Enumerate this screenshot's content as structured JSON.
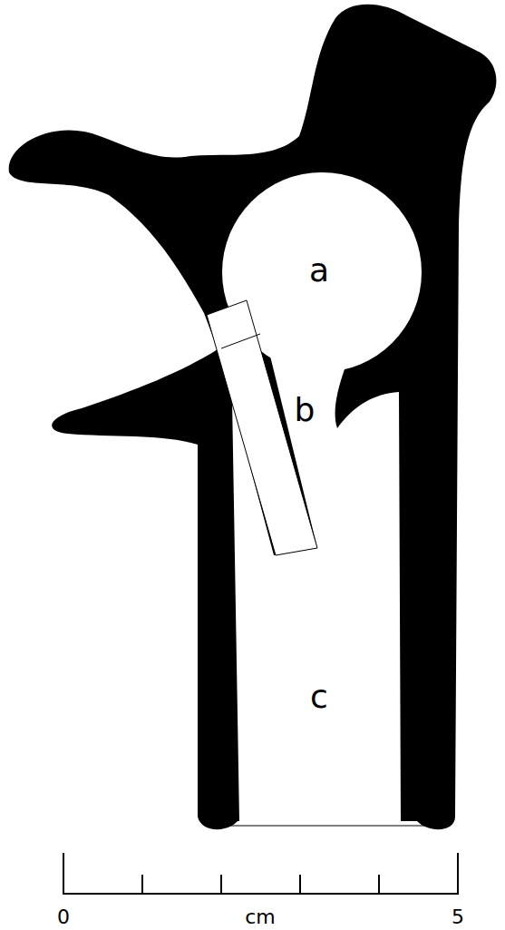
{
  "diagram": {
    "labels": [
      "a",
      "b",
      "c",
      "0",
      "cm",
      "5"
    ]
  }
}
